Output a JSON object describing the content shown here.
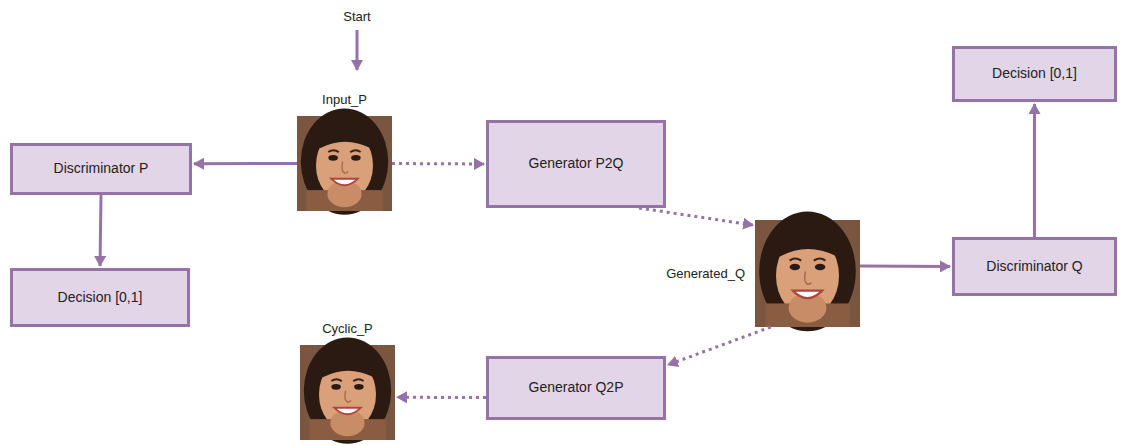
{
  "diagram": {
    "nodes": [
      {
        "text": [
          "Input_P"
        ]
      },
      {
        "text": [
          "Discriminator P"
        ]
      },
      {
        "text": [
          "Decision [0,1]"
        ]
      },
      {
        "text": [
          "Generator P2Q"
        ]
      },
      {
        "text": [
          "Generated_Q"
        ]
      },
      {
        "text": [
          "Decision [0,1]"
        ]
      },
      {
        "text": [
          "Discriminator Q"
        ]
      },
      {
        "text": [
          "Generator Q2P"
        ]
      },
      {
        "text": [
          "Cyclic_P"
        ]
      }
    ],
    "edges": [
      {
        "from": 0,
        "to": 1,
        "arrow": "to"
      },
      {
        "from": 1,
        "to": 2,
        "arrow": "to"
      },
      {
        "from": 0,
        "to": 3,
        "arrow": "to"
      },
      {
        "from": 3,
        "to": 4,
        "arrow": "to"
      },
      {
        "from": 4,
        "to": 6,
        "arrow": "to"
      },
      {
        "from": 6,
        "to": 5,
        "arrow": "to"
      },
      {
        "from": 4,
        "to": 7,
        "arrow": "to"
      },
      {
        "from": 7,
        "to": 8,
        "arrow": "to"
      }
    ],
    "labels": [
      "Start"
    ]
  }
}
